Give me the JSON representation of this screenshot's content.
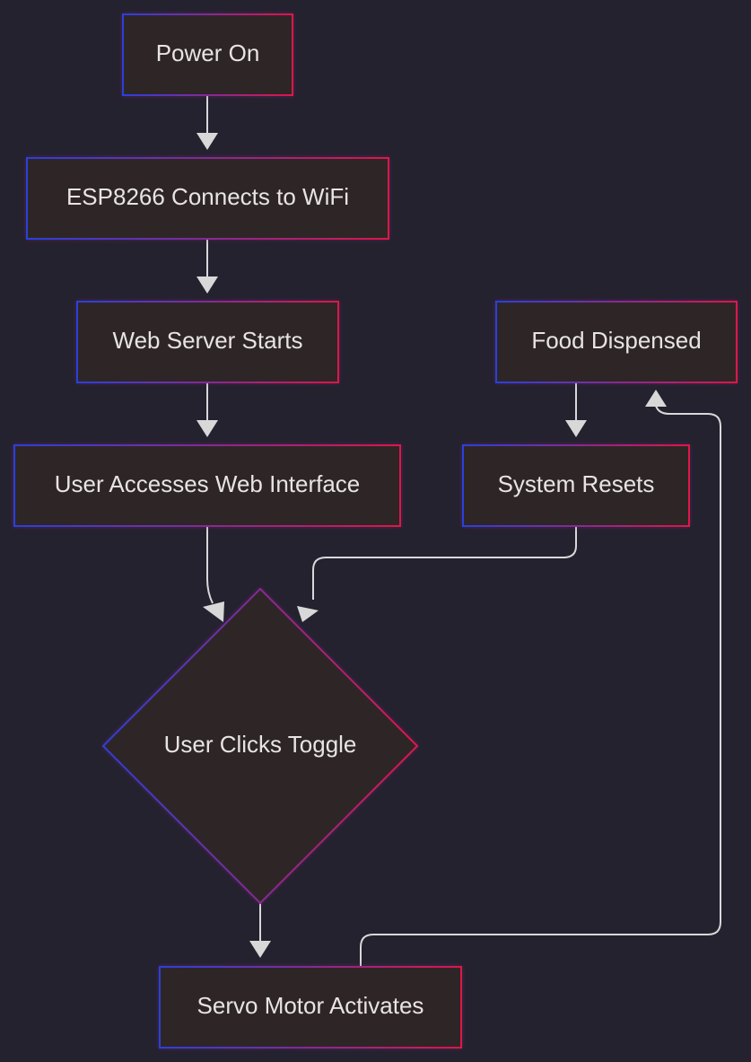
{
  "diagram": {
    "type": "flowchart",
    "nodes": [
      {
        "id": "power_on",
        "label": "Power On",
        "shape": "rect"
      },
      {
        "id": "wifi",
        "label": "ESP8266 Connects to WiFi",
        "shape": "rect"
      },
      {
        "id": "web_server",
        "label": "Web Server Starts",
        "shape": "rect"
      },
      {
        "id": "web_interface",
        "label": "User Accesses Web Interface",
        "shape": "rect"
      },
      {
        "id": "toggle",
        "label": "User Clicks Toggle",
        "shape": "diamond"
      },
      {
        "id": "servo",
        "label": "Servo Motor Activates",
        "shape": "rect"
      },
      {
        "id": "food",
        "label": "Food Dispensed",
        "shape": "rect"
      },
      {
        "id": "reset",
        "label": "System Resets",
        "shape": "rect"
      }
    ],
    "edges": [
      {
        "from": "power_on",
        "to": "wifi"
      },
      {
        "from": "wifi",
        "to": "web_server"
      },
      {
        "from": "web_server",
        "to": "web_interface"
      },
      {
        "from": "web_interface",
        "to": "toggle"
      },
      {
        "from": "toggle",
        "to": "servo"
      },
      {
        "from": "servo",
        "to": "food"
      },
      {
        "from": "food",
        "to": "reset"
      },
      {
        "from": "reset",
        "to": "toggle"
      }
    ],
    "colors": {
      "background": "#24222f",
      "node_fill": "#2d2526",
      "border_start": "#2b3fe0",
      "border_end": "#e0154a",
      "edge": "#d8d8d8",
      "text": "#e8e4e4"
    }
  }
}
